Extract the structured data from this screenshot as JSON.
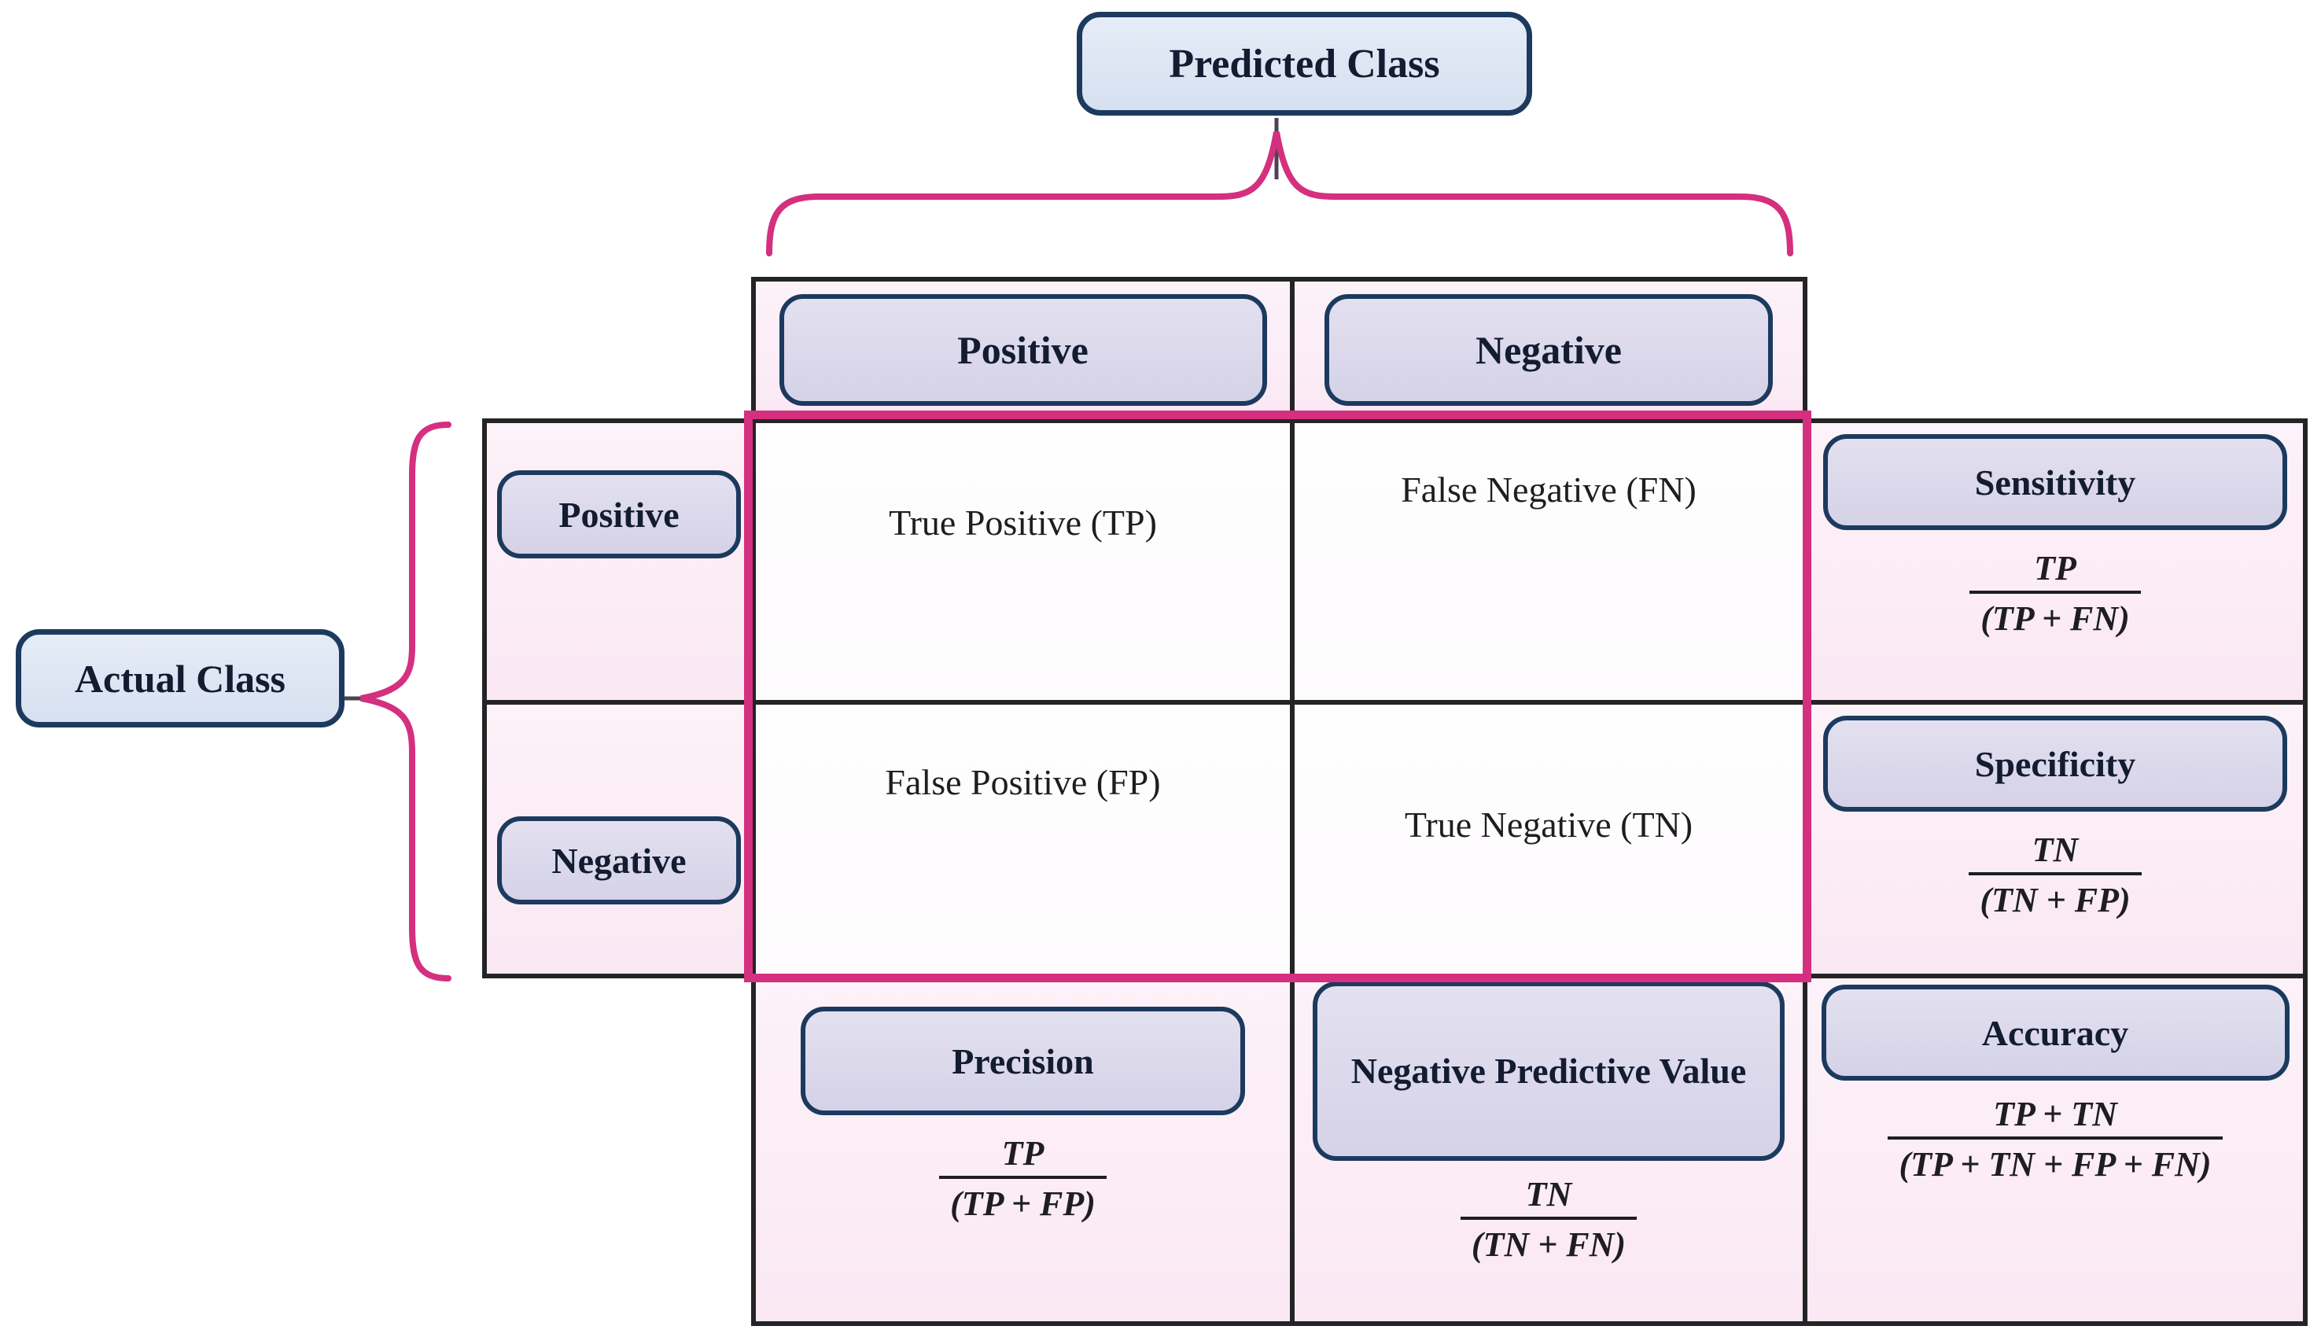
{
  "diagram": {
    "predicted_class_label": "Predicted Class",
    "actual_class_label": "Actual Class",
    "predicted_headers": {
      "positive": "Positive",
      "negative": "Negative"
    },
    "actual_headers": {
      "positive": "Positive",
      "negative": "Negative"
    },
    "matrix_cells": {
      "true_positive": "True Positive (TP)",
      "false_negative": "False Negative (FN)",
      "false_positive": "False Positive (FP)",
      "true_negative": "True Negative (TN)"
    },
    "metrics": {
      "sensitivity": {
        "label": "Sensitivity",
        "numerator": "TP",
        "denominator": "(TP + FN)"
      },
      "specificity": {
        "label": "Specificity",
        "numerator": "TN",
        "denominator": "(TN + FP)"
      },
      "precision": {
        "label": "Precision",
        "numerator": "TP",
        "denominator": "(TP + FP)"
      },
      "negative_predictive_value": {
        "label": "Negative Predictive Value",
        "numerator": "TN",
        "denominator": "(TN + FN)"
      },
      "accuracy": {
        "label": "Accuracy",
        "numerator": "TP + TN",
        "denominator": "(TP + TN + FP + FN)"
      }
    },
    "colors": {
      "magenta_border": "#d4307f",
      "navy_border": "#1c3a5e",
      "grid_black": "#242424",
      "pink_cell": "#fae8f3",
      "lavender_box": "#d9d6ea",
      "blue_box": "#dbe4f2"
    }
  }
}
